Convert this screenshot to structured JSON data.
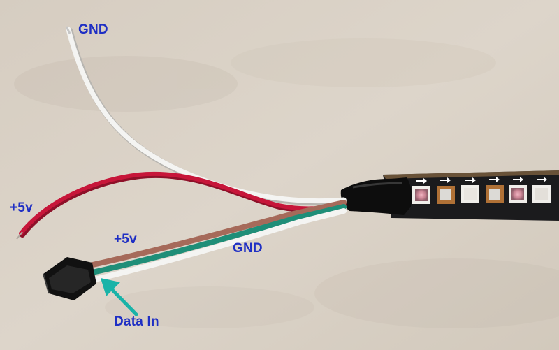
{
  "labels": {
    "gnd_top": "GND",
    "plus5v_left": "+5v",
    "plus5v_connector": "+5v",
    "gnd_middle": "GND",
    "data_in": "Data In"
  },
  "colors": {
    "label_text": "#1f2fc4",
    "arrow": "#19b3a8",
    "wire_white": "#f4f4f2",
    "wire_red": "#c7163a",
    "wire_green": "#1f8e78",
    "strip_pcb": "#1b1b1d",
    "heatshrink": "#0d0d0d",
    "background": "#d9d0c4"
  },
  "icons": {
    "arrow": "arrow-up-left-icon",
    "arrow_direction_marks": "arrow-right-icon"
  }
}
